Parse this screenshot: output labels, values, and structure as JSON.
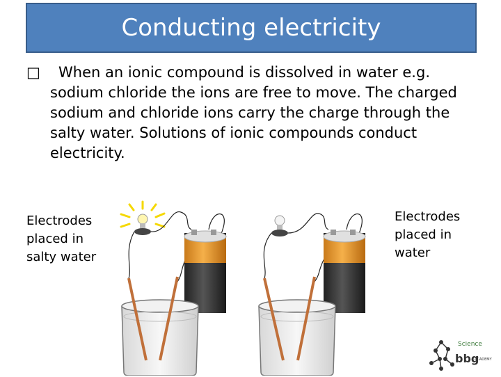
{
  "slide": {
    "title": "Conducting electricity",
    "bullet_symbol": "□",
    "body": "When an ionic compound is dissolved in water e.g. sodium chloride the ions are free to move. The charged sodium and chloride ions carry the charge through the salty water. Solutions of ionic compounds conduct electricity.",
    "caption_left": "Electrodes placed in salty water",
    "caption_right": "Electrodes placed in water"
  },
  "logo": {
    "science": "Science",
    "bbg": "bbg",
    "academy": "ACADEMY"
  },
  "colors": {
    "title_bg": "#4f81bd",
    "battery_top": "#f0a030",
    "battery_body": "#3a3a3a",
    "electrode": "#c0703a",
    "glow": "#f5d800"
  }
}
